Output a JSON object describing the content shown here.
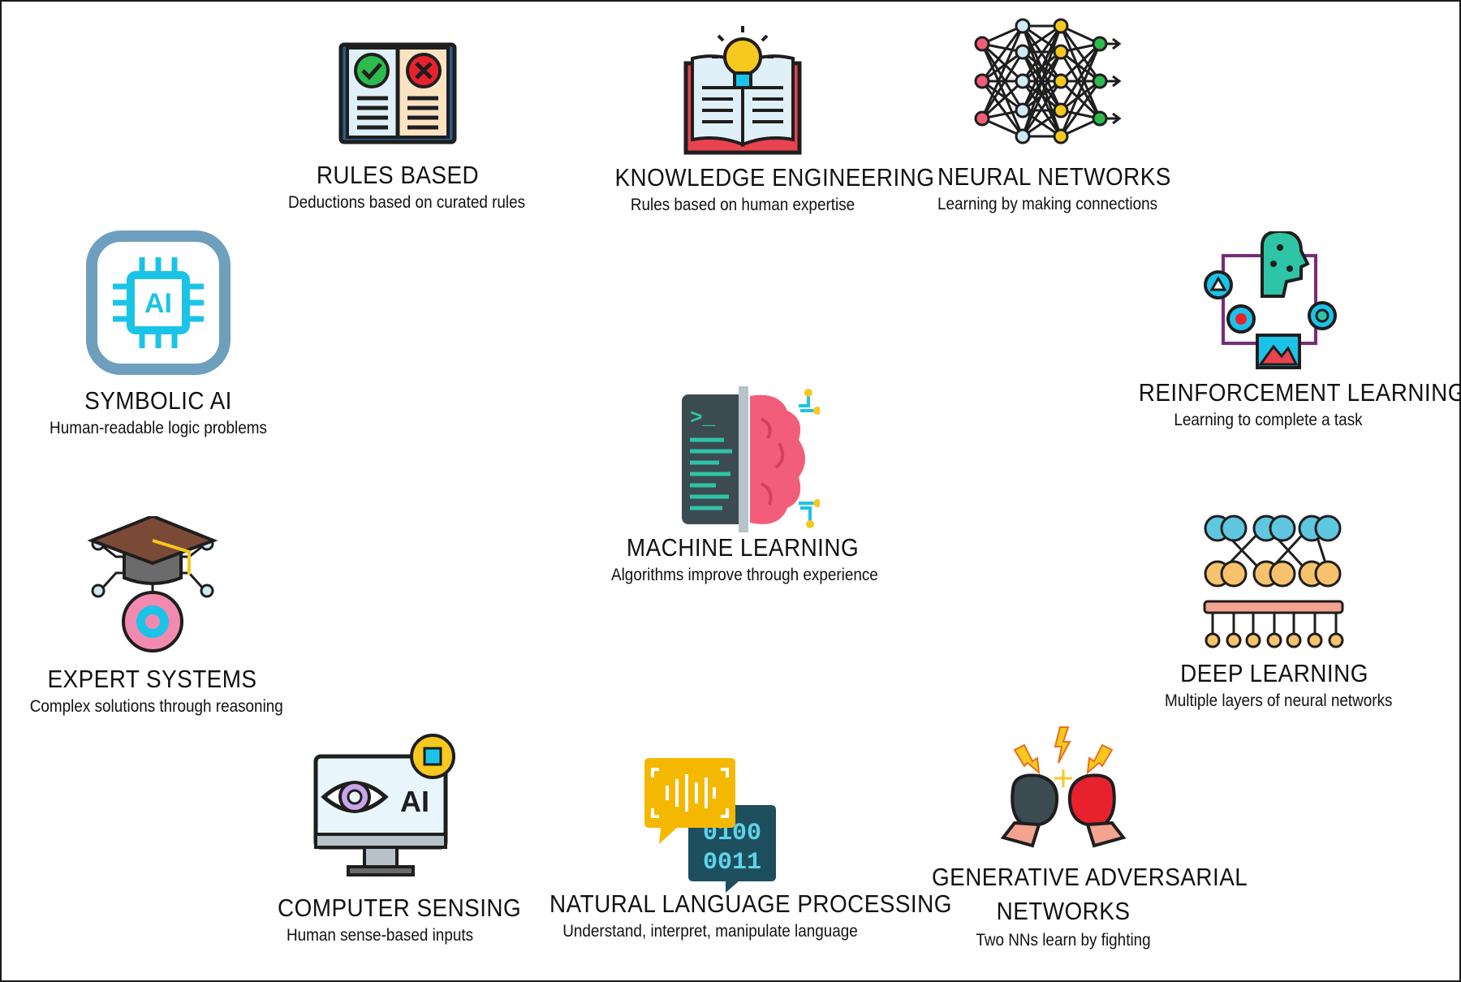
{
  "nodes": [
    {
      "id": "rules-based",
      "title": "RULES BASED",
      "desc": "Deductions based on curated rules",
      "icon": "open-book-check-cross-icon"
    },
    {
      "id": "knowledge-engineering",
      "title": "KNOWLEDGE ENGINEERING",
      "desc": "Rules based on human expertise",
      "icon": "book-lightbulb-icon"
    },
    {
      "id": "neural-networks",
      "title": "NEURAL NETWORKS",
      "desc": "Learning by making connections",
      "icon": "neural-network-icon"
    },
    {
      "id": "symbolic-ai",
      "title": "SYMBOLIC AI",
      "desc": "Human-readable logic problems",
      "icon": "ai-chip-icon"
    },
    {
      "id": "reinforcement-learning",
      "title": "REINFORCEMENT LEARNING",
      "desc": "Learning to complete a task",
      "icon": "head-cycle-icon"
    },
    {
      "id": "machine-learning",
      "title": "MACHINE LEARNING",
      "desc": "Algorithms improve through experience",
      "icon": "code-brain-icon"
    },
    {
      "id": "expert-systems",
      "title": "EXPERT SYSTEMS",
      "desc": "Complex solutions through reasoning",
      "icon": "graduation-cap-gear-icon"
    },
    {
      "id": "deep-learning",
      "title": "DEEP LEARNING",
      "desc": "Multiple layers of neural networks",
      "icon": "layered-network-icon"
    },
    {
      "id": "computer-sensing",
      "title": "COMPUTER SENSING",
      "desc": "Human sense-based inputs",
      "icon": "monitor-eye-ai-icon"
    },
    {
      "id": "natural-language-processing",
      "title": "NATURAL LANGUAGE PROCESSING",
      "desc": "Understand, interpret, manipulate language",
      "icon": "speech-bubbles-binary-icon"
    },
    {
      "id": "generative-adversarial-networks",
      "title_line1": "GENERATIVE ADVERSARIAL",
      "title_line2": "NETWORKS",
      "desc": "Two NNs learn by fighting",
      "icon": "boxing-gloves-icon"
    }
  ],
  "icon_text": {
    "symbolic_chip": "AI",
    "sensing_monitor": "AI",
    "binary_line1": "0100",
    "binary_line2": "0011",
    "terminal_prompt": ">_"
  },
  "colors": {
    "outline": "#1e1e1e",
    "blue_light": "#cfe9f5",
    "cyan": "#1cc3e8",
    "steel_blue": "#6e9fbe",
    "green": "#2dbb4e",
    "red": "#e8222c",
    "yellow": "#f7c81e",
    "pink": "#f25e7a",
    "teal": "#2ec4a6",
    "dark_slate": "#3c4a52",
    "purple": "#7a2a7c"
  }
}
